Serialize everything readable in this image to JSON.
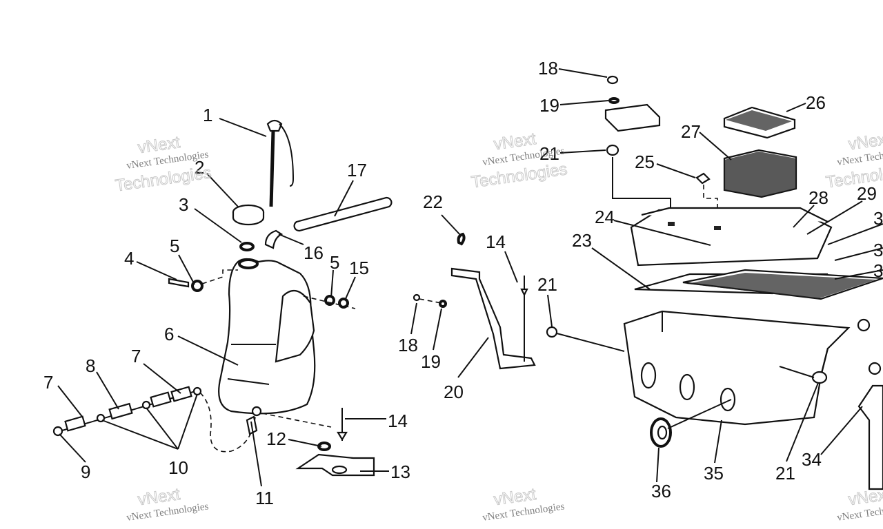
{
  "watermark": {
    "line1": "vNext Technologies",
    "line2": "vNext",
    "line3": "Technologies"
  },
  "callouts": [
    "1",
    "2",
    "3",
    "4",
    "5",
    "6",
    "7",
    "8",
    "7",
    "9",
    "10",
    "11",
    "12",
    "13",
    "14",
    "5",
    "15",
    "16",
    "17",
    "22",
    "14",
    "18",
    "19",
    "20",
    "21",
    "18",
    "19",
    "21",
    "25",
    "26",
    "27",
    "24",
    "23",
    "28",
    "29",
    "3",
    "3",
    "3",
    "35",
    "36",
    "21",
    "34"
  ]
}
